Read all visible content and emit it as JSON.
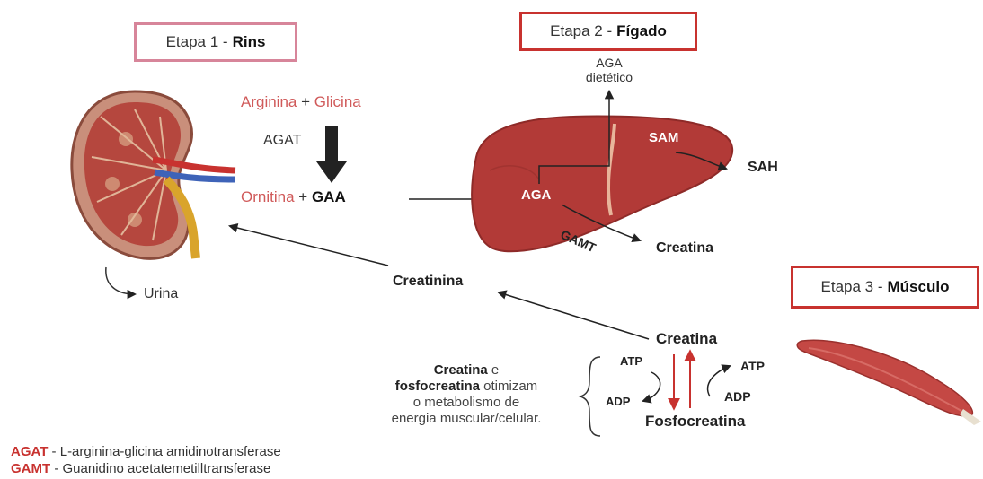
{
  "stage1": {
    "prefix": "Etapa 1 - ",
    "name": "Rins"
  },
  "stage2": {
    "prefix": "Etapa 2 - ",
    "name": "Fígado"
  },
  "stage3": {
    "prefix": "Etapa 3 - ",
    "name": "Músculo"
  },
  "kidney": {
    "arginina": "Arginina",
    "plus1": "+",
    "glicina": "Glicina",
    "agat": "AGAT",
    "ornitina": "Ornitina",
    "plus2": "+",
    "gaa": "GAA",
    "urina": "Urina"
  },
  "liver": {
    "aga_diet_line1": "AGA",
    "aga_diet_line2": "dietético",
    "sam": "SAM",
    "sah": "SAH",
    "aga": "AGA",
    "gamt": "GAMT",
    "creatina": "Creatina"
  },
  "muscle": {
    "creatinina": "Creatinina",
    "creatina": "Creatina",
    "atp_left": "ATP",
    "adp_left": "ADP",
    "atp_right": "ATP",
    "adp_right": "ADP",
    "fosfocreatina": "Fosfocreatina",
    "note_bold1": "Creatina",
    "note_e": " e",
    "note_bold2": "fosfocreatina",
    "note_rest1": " otimizam",
    "note_line3": "o metabolismo de",
    "note_line4": "energia muscular/celular."
  },
  "legend": {
    "agat_abbr": "AGAT",
    "agat_def": " - L-arginina-glicina amidinotransferase",
    "gamt_abbr": "GAMT",
    "gamt_def": " - Guanidino acetatemetilltransferase"
  },
  "colors": {
    "stage1_border": "#d7859a",
    "stage_border": "#c8322f",
    "organ_red": "#b23a37",
    "accent_red": "#d05a5a"
  }
}
